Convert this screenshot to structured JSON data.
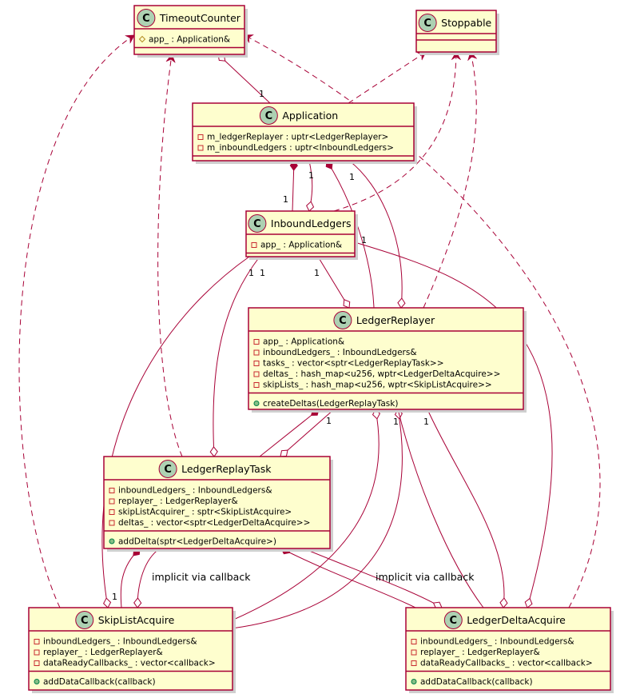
{
  "colors": {
    "box_fill": "#FEFECE",
    "border": "#A80036",
    "class_badge": "#ADD1B2",
    "shadow": "#cfcfcf"
  },
  "icons": {
    "class_badge_letter": "C",
    "private_member": "private-square-icon",
    "protected_member": "protected-diamond-icon",
    "public_member": "public-circle-icon"
  },
  "classes": [
    {
      "id": "timeout-counter",
      "name": "TimeoutCounter",
      "fields": [
        {
          "vis": "protected",
          "text": "app_ : Application&"
        }
      ],
      "methods": []
    },
    {
      "id": "stoppable",
      "name": "Stoppable",
      "fields": [],
      "methods": [],
      "empty_sections": 2
    },
    {
      "id": "application",
      "name": "Application",
      "fields": [
        {
          "vis": "private",
          "text": "m_ledgerReplayer : uptr<LedgerReplayer>"
        },
        {
          "vis": "private",
          "text": "m_inboundLedgers : uptr<InboundLedgers>"
        }
      ],
      "methods": []
    },
    {
      "id": "inbound-ledgers",
      "name": "InboundLedgers",
      "fields": [
        {
          "vis": "private",
          "text": "app_ : Application&"
        }
      ],
      "methods": []
    },
    {
      "id": "ledger-replayer",
      "name": "LedgerReplayer",
      "fields": [
        {
          "vis": "private",
          "text": "app_ : Application&"
        },
        {
          "vis": "private",
          "text": "inboundLedgers_ : InboundLedgers&"
        },
        {
          "vis": "private",
          "text": "tasks_ : vector<sptr<LedgerReplayTask>>"
        },
        {
          "vis": "private",
          "text": "deltas_ : hash_map<u256, wptr<LedgerDeltaAcquire>>"
        },
        {
          "vis": "private",
          "text": "skipLists_ : hash_map<u256, wptr<SkipListAcquire>>"
        }
      ],
      "methods": [
        {
          "vis": "public",
          "text": "createDeltas(LedgerReplayTask)"
        }
      ]
    },
    {
      "id": "ledger-replay-task",
      "name": "LedgerReplayTask",
      "fields": [
        {
          "vis": "private",
          "text": "inboundLedgers_ : InboundLedgers&"
        },
        {
          "vis": "private",
          "text": "replayer_ : LedgerReplayer&"
        },
        {
          "vis": "private",
          "text": "skipListAcquirer_ : sptr<SkipListAcquire>"
        },
        {
          "vis": "private",
          "text": "deltas_ : vector<sptr<LedgerDeltaAcquire>>"
        }
      ],
      "methods": [
        {
          "vis": "public",
          "text": "addDelta(sptr<LedgerDeltaAcquire>)"
        }
      ]
    },
    {
      "id": "skip-list-acquire",
      "name": "SkipListAcquire",
      "fields": [
        {
          "vis": "private",
          "text": "inboundLedgers_ : InboundLedgers&"
        },
        {
          "vis": "private",
          "text": "replayer_ : LedgerReplayer&"
        },
        {
          "vis": "private",
          "text": "dataReadyCallbacks_ : vector<callback>"
        }
      ],
      "methods": [
        {
          "vis": "public",
          "text": "addDataCallback(callback)"
        }
      ]
    },
    {
      "id": "ledger-delta-acquire",
      "name": "LedgerDeltaAcquire",
      "fields": [
        {
          "vis": "private",
          "text": "inboundLedgers_ : InboundLedgers&"
        },
        {
          "vis": "private",
          "text": "replayer_ : LedgerReplayer&"
        },
        {
          "vis": "private",
          "text": "dataReadyCallbacks_ : vector<callback>"
        }
      ],
      "methods": [
        {
          "vis": "public",
          "text": "addDataCallback(callback)"
        }
      ]
    }
  ],
  "multiplicities": [
    "1",
    "1",
    "1",
    "1",
    "1",
    "1",
    "1",
    "1",
    "1",
    "1",
    "1",
    "1"
  ],
  "edge_labels": [
    "implicit via callback",
    "implicit via callback"
  ]
}
